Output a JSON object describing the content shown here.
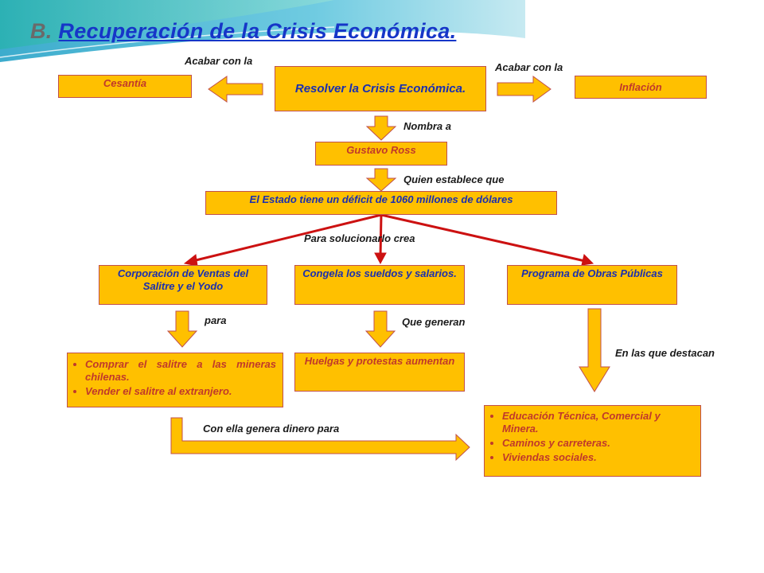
{
  "title": {
    "prefix": "B. ",
    "main": "Recuperación de la Crisis Económica."
  },
  "nodes": {
    "center": "Resolver la Crisis Económica.",
    "cesantia": "Cesantía",
    "inflacion": "Inflación",
    "gustavo": "Gustavo Ross",
    "deficit": "El Estado tiene un déficit de 1060 millones de dólares",
    "corporacion": "Corporación de Ventas del Salitre y el Yodo",
    "congela": "Congela los sueldos y salarios.",
    "obras": "Programa de Obras Públicas",
    "huelgas": "Huelgas y protestas aumentan",
    "salitre_items": [
      "Comprar el salitre a las mineras chilenas.",
      "Vender el salitre al extranjero."
    ],
    "obras_items": [
      "Educación Técnica, Comercial y Minera.",
      "Caminos y carreteras.",
      "Viviendas sociales."
    ]
  },
  "labels": {
    "acabar_left": "Acabar con la",
    "acabar_right": "Acabar con la",
    "nombra": "Nombra a",
    "quien": "Quien establece que",
    "para_solucionarlo": "Para solucionarlo crea",
    "para": "para",
    "que_generan": "Que generan",
    "en_las_que": "En las que destacan",
    "con_ella": "Con ella genera dinero para"
  },
  "colors": {
    "box_fill": "#ffc000",
    "box_border": "#c0504d",
    "text_red": "#c0392b",
    "text_blue": "#1a2fb0",
    "red_arrow": "#cc1111"
  }
}
